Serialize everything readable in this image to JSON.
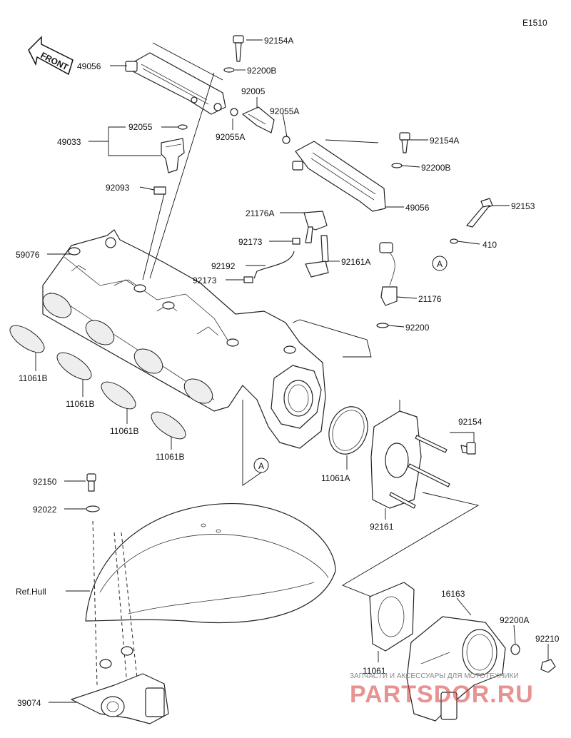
{
  "diagram_code": "E1510",
  "front_label": "FRONT",
  "callouts": {
    "p92154A_top": "92154A",
    "p49056_left": "49056",
    "p92200B_top": "92200B",
    "p92005": "92005",
    "p92055A_right": "92055A",
    "p92055A_left": "92055A",
    "p92055": "92055",
    "p49033": "49033",
    "p92093": "92093",
    "p92154A_right": "92154A",
    "p92200B_right": "92200B",
    "p49056_right": "49056",
    "p21176A": "21176A",
    "p92173_top": "92173",
    "p92192": "92192",
    "p92173_bottom": "92173",
    "p92161A": "92161A",
    "p59076": "59076",
    "p92153": "92153",
    "p410": "410",
    "p21176": "21176",
    "p92200": "92200",
    "p11061B_1": "11061B",
    "p11061B_2": "11061B",
    "p11061B_3": "11061B",
    "p11061B_4": "11061B",
    "p92154": "92154",
    "p11061A": "11061A",
    "p92161": "92161",
    "p92150": "92150",
    "p92022": "92022",
    "p_refhull": "Ref.Hull",
    "p16163": "16163",
    "p92200A": "92200A",
    "p92210": "92210",
    "p11061": "11061",
    "p39074": "39074"
  },
  "reference_markers": [
    "A",
    "A"
  ],
  "watermark": {
    "brand": "PARTSDOR.RU",
    "tagline": "ЗАПЧАСТИ И АКСЕССУАРЫ ДЛЯ МОТОТЕХНИКИ"
  }
}
